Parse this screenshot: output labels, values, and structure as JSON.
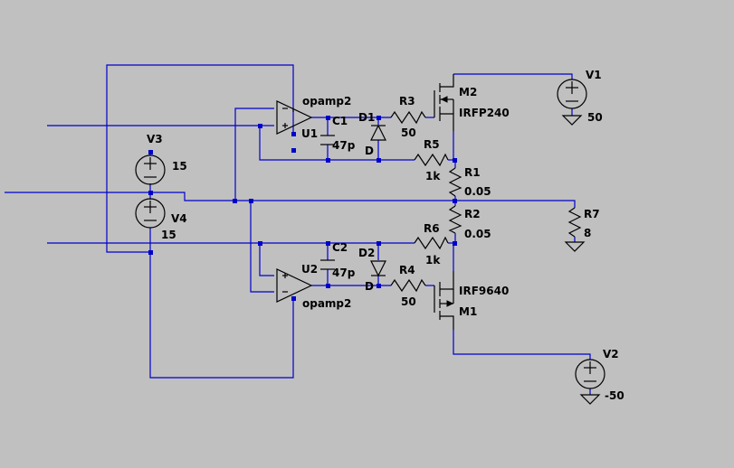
{
  "components": {
    "u1": {
      "ref": "U1",
      "model": "opamp2"
    },
    "u2": {
      "ref": "U2",
      "model": "opamp2"
    },
    "c1": {
      "ref": "C1",
      "value": "47p"
    },
    "c2": {
      "ref": "C2",
      "value": "47p"
    },
    "d1": {
      "ref": "D1",
      "model": "D"
    },
    "d2": {
      "ref": "D2",
      "model": "D"
    },
    "r1": {
      "ref": "R1",
      "value": "0.05"
    },
    "r2": {
      "ref": "R2",
      "value": "0.05"
    },
    "r3": {
      "ref": "R3",
      "value": "50"
    },
    "r4": {
      "ref": "R4",
      "value": "50"
    },
    "r5": {
      "ref": "R5",
      "value": "1k"
    },
    "r6": {
      "ref": "R6",
      "value": "1k"
    },
    "r7": {
      "ref": "R7",
      "value": "8"
    },
    "m1": {
      "ref": "M1",
      "model": "IRF9640"
    },
    "m2": {
      "ref": "M2",
      "model": "IRFP240"
    },
    "v1": {
      "ref": "V1",
      "value": "50"
    },
    "v2": {
      "ref": "V2",
      "value": "-50"
    },
    "v3": {
      "ref": "V3",
      "value": "15"
    },
    "v4": {
      "ref": "V4",
      "value": "15"
    }
  },
  "colors": {
    "background": "#c0c0c0",
    "wire": "#0000cc",
    "component": "#000000"
  }
}
